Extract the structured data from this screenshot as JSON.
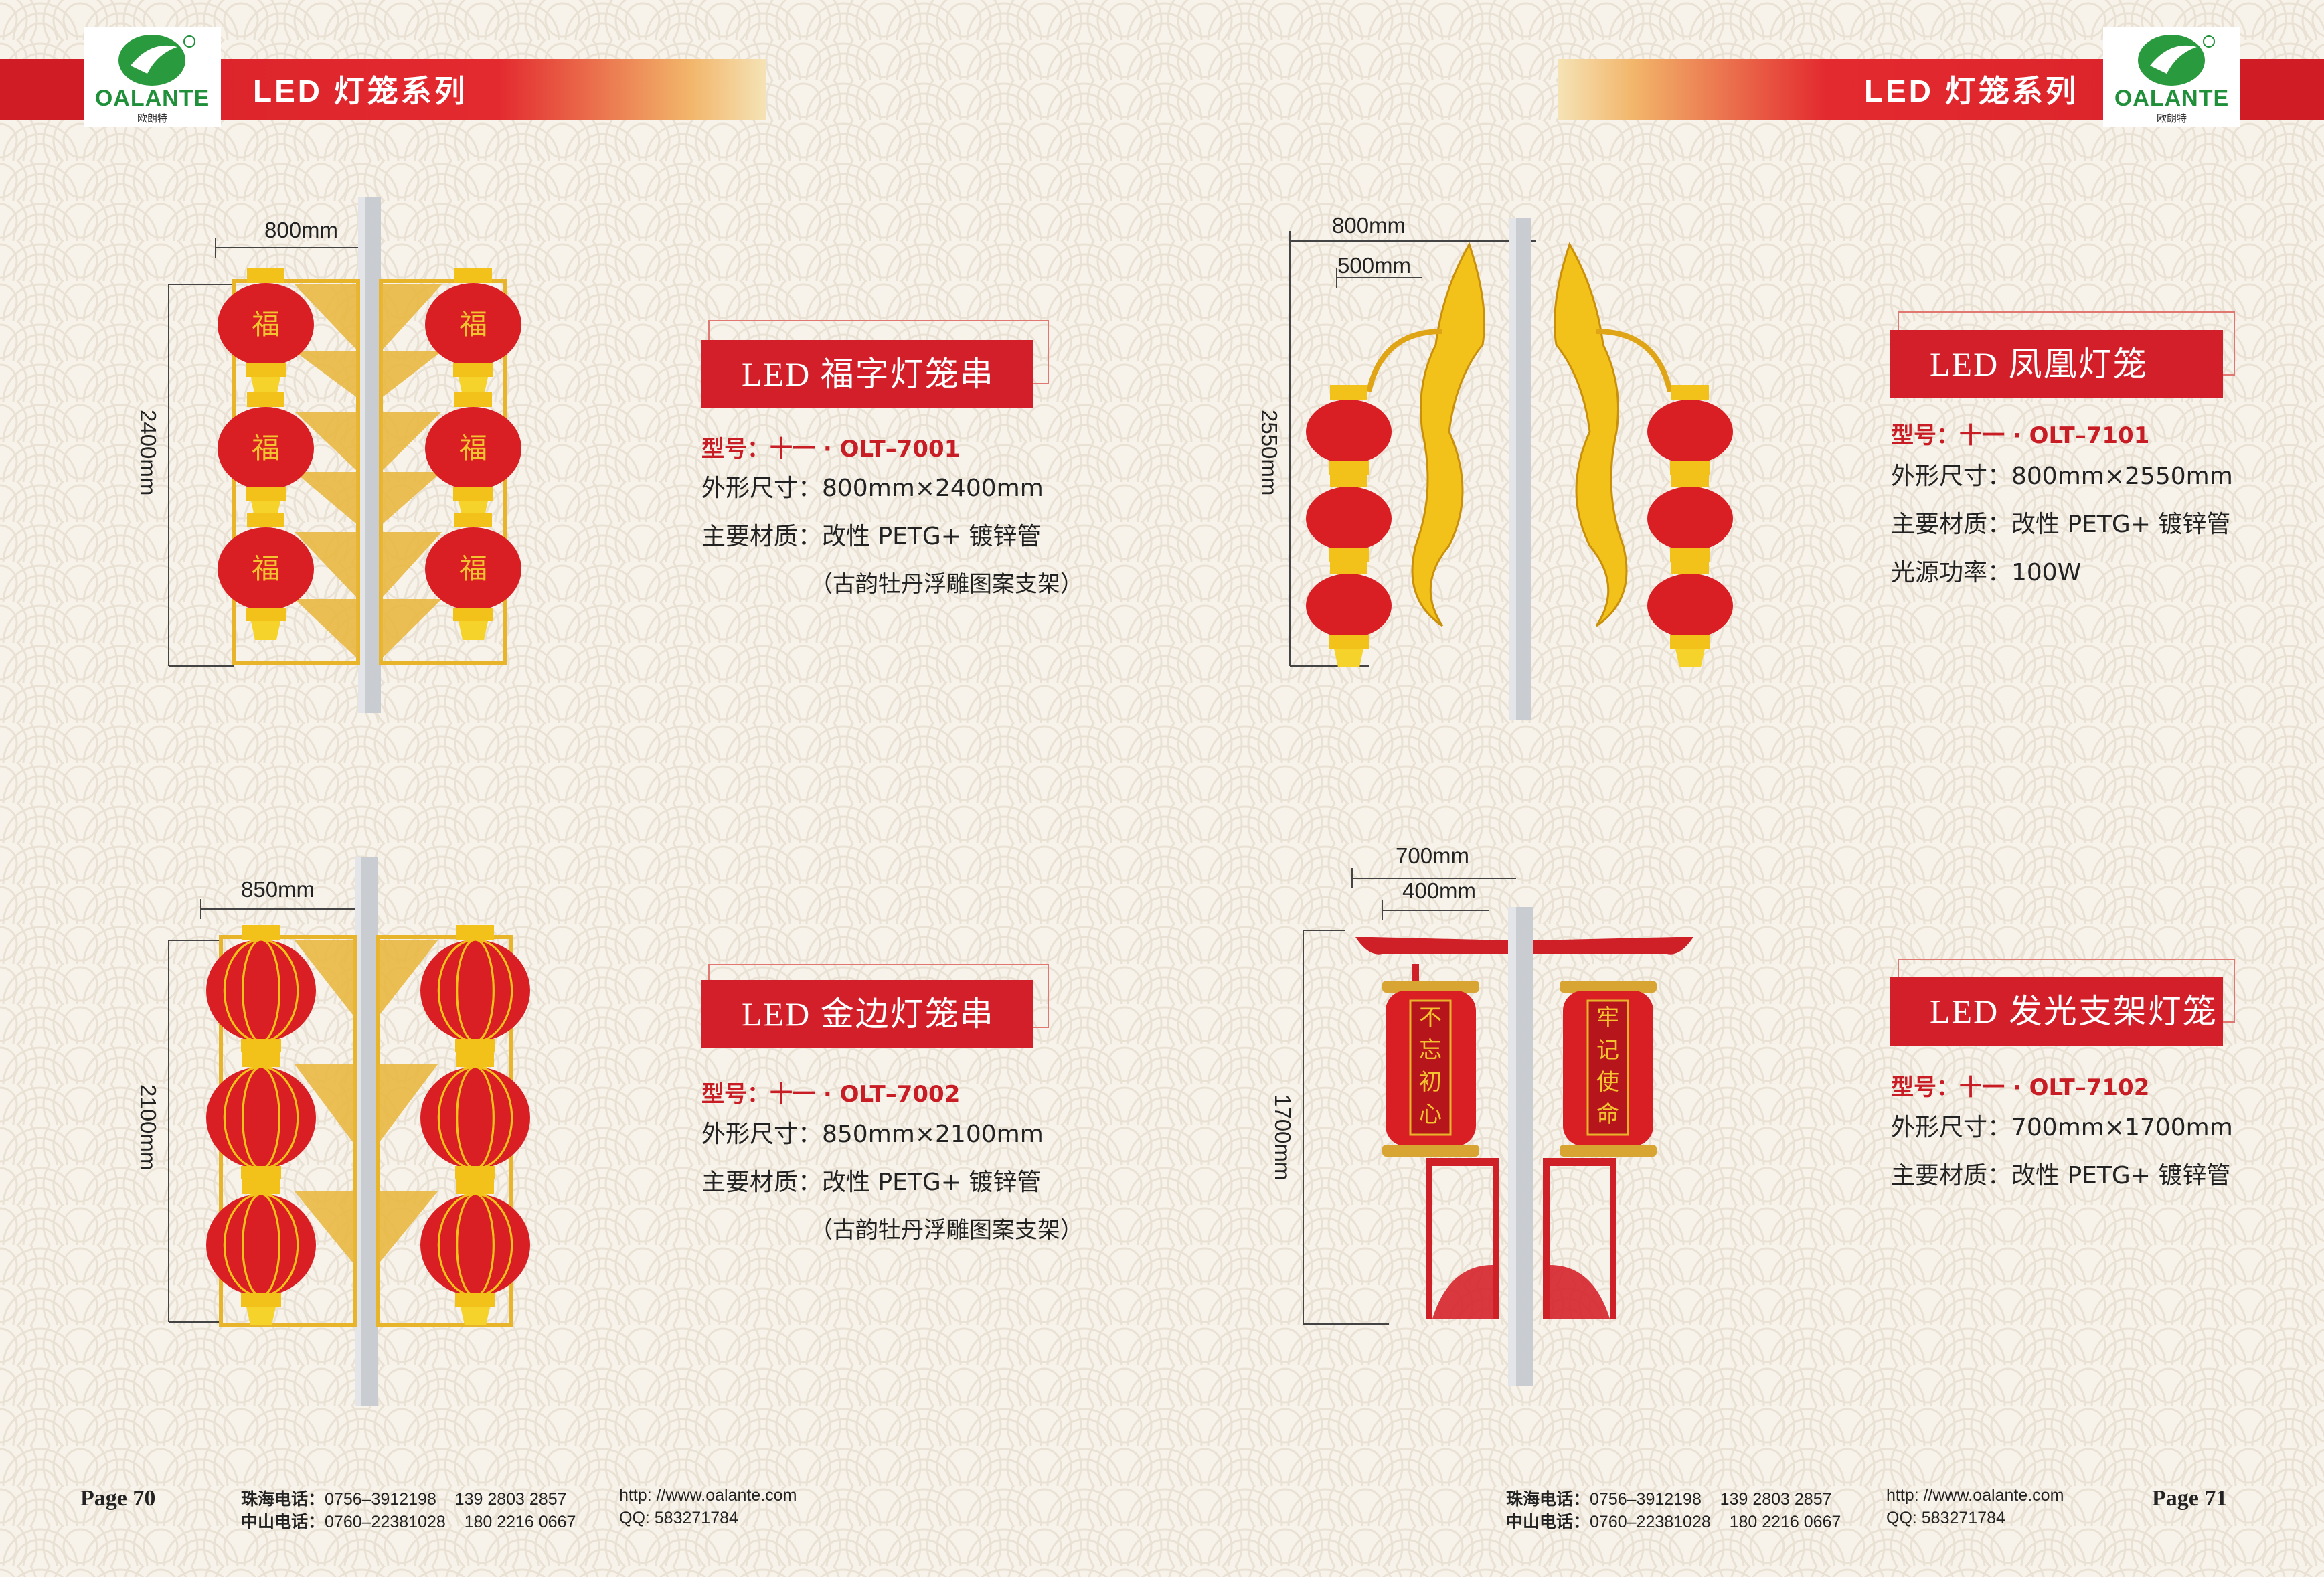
{
  "header": {
    "series_title_left": "LED 灯笼系列",
    "series_title_right": "LED 灯笼系列",
    "brand_logo": "OALANTE",
    "brand_sub": "欧朗特",
    "logo_icon": "green-leaf-logo-icon"
  },
  "products": [
    {
      "title": "LED 福字灯笼串",
      "model": "型号：十一 · OLT–7001",
      "size": "外形尺寸：800mm×2400mm",
      "material": "主要材质：改性 PETG+ 镀锌管",
      "note": "（古韵牡丹浮雕图案支架）",
      "dim_w": "800mm",
      "dim_h": "2400mm",
      "lantern_char": "福"
    },
    {
      "title": "LED 凤凰灯笼",
      "model": "型号：十一 · OLT–7101",
      "size": "外形尺寸：800mm×2550mm",
      "material": "主要材质：改性 PETG+ 镀锌管",
      "power": "光源功率：100W",
      "dim_w": "800mm",
      "dim_w2": "500mm",
      "dim_h": "2550mm"
    },
    {
      "title": "LED 金边灯笼串",
      "model": "型号：十一 · OLT–7002",
      "size": "外形尺寸：850mm×2100mm",
      "material": "主要材质：改性 PETG+ 镀锌管",
      "note": "（古韵牡丹浮雕图案支架）",
      "dim_w": "850mm",
      "dim_h": "2100mm"
    },
    {
      "title": "LED 发光支架灯笼",
      "model": "型号：十一 · OLT–7102",
      "size": "外形尺寸：700mm×1700mm",
      "material": "主要材质：改性 PETG+ 镀锌管",
      "dim_w": "700mm",
      "dim_w2": "400mm",
      "dim_h": "1700mm",
      "lantern_left_text": [
        "不",
        "忘",
        "初",
        "心"
      ],
      "lantern_right_text": [
        "牢",
        "记",
        "使",
        "命"
      ]
    }
  ],
  "footer": {
    "left": {
      "page": "Page 70",
      "zh_label": "珠海电话：",
      "zh_tel": "0756–3912198",
      "zh_mobile": "139 2803 2857",
      "zs_label": "中山电话：",
      "zs_tel": "0760–22381028",
      "zs_mobile": "180 2216 0667",
      "web": "http: //www.oalante.com",
      "qq": "QQ:  583271784"
    },
    "right": {
      "page": "Page 71",
      "zh_label": "珠海电话：",
      "zh_tel": "0756–3912198",
      "zh_mobile": "139 2803 2857",
      "zs_label": "中山电话：",
      "zs_tel": "0760–22381028",
      "zs_mobile": "180 2216 0667",
      "web": "http: //www.oalante.com",
      "qq": "QQ:  583271784"
    }
  },
  "colors": {
    "brand_red": "#d31f2a",
    "lantern_red": "#d91e24",
    "gold": "#f2c21a",
    "pole": "#c9ccd0",
    "logo_green": "#1f8f3a"
  }
}
